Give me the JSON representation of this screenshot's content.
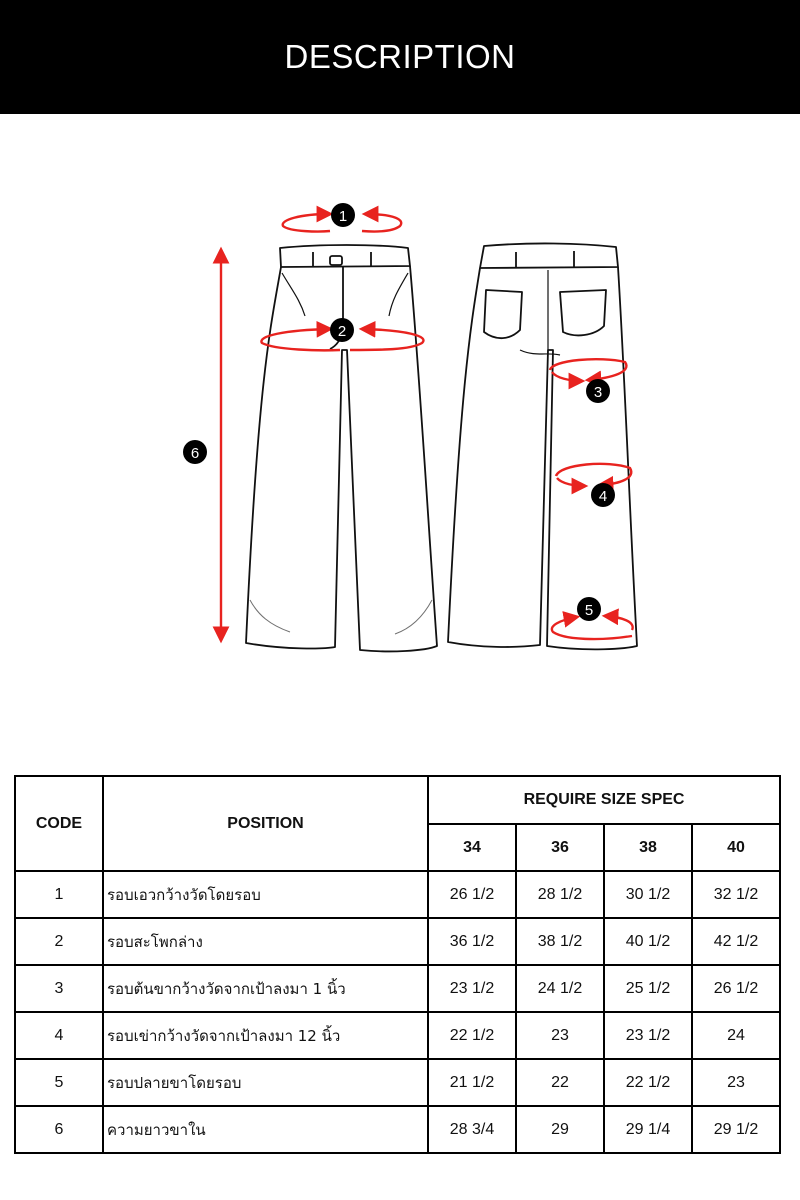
{
  "header": {
    "title": "DESCRIPTION"
  },
  "diagram": {
    "accent_color": "#e8231f",
    "markers": [
      "1",
      "2",
      "3",
      "4",
      "5",
      "6"
    ]
  },
  "table": {
    "col_code": "CODE",
    "col_position": "POSITION",
    "col_spec": "REQUIRE SIZE SPEC",
    "sizes": [
      "34",
      "36",
      "38",
      "40"
    ],
    "rows": [
      {
        "code": "1",
        "position": "รอบเอวกว้างวัดโดยรอบ",
        "values": [
          "26 1/2",
          "28 1/2",
          "30 1/2",
          "32 1/2"
        ]
      },
      {
        "code": "2",
        "position": "รอบสะโพกล่าง",
        "values": [
          "36 1/2",
          "38 1/2",
          "40 1/2",
          "42 1/2"
        ]
      },
      {
        "code": "3",
        "position": "รอบต้นขากว้างวัดจากเป้าลงมา 1 นิ้ว",
        "values": [
          "23 1/2",
          "24 1/2",
          "25 1/2",
          "26 1/2"
        ]
      },
      {
        "code": "4",
        "position": "รอบเข่ากว้างวัดจากเป้าลงมา 12 นิ้ว",
        "values": [
          "22 1/2",
          "23",
          "23 1/2",
          "24"
        ]
      },
      {
        "code": "5",
        "position": "รอบปลายขาโดยรอบ",
        "values": [
          "21 1/2",
          "22",
          "22 1/2",
          "23"
        ]
      },
      {
        "code": "6",
        "position": "ความยาวขาใน",
        "values": [
          "28 3/4",
          "29",
          "29 1/4",
          "29 1/2"
        ]
      }
    ]
  }
}
